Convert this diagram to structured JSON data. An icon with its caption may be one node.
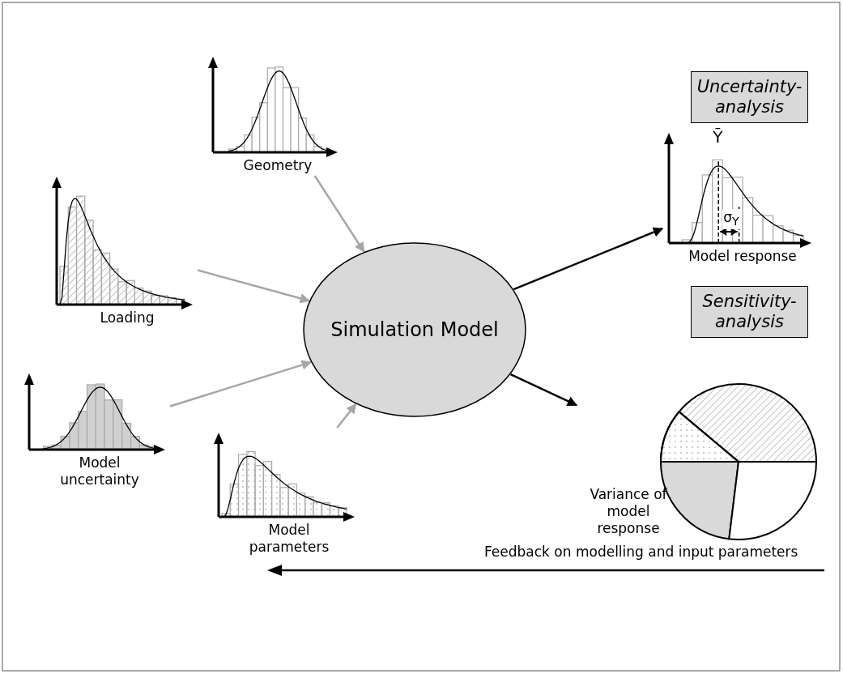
{
  "diagram": {
    "nodes": [
      {
        "text": [
          "Geometry"
        ]
      },
      {
        "text": [
          "Loading"
        ]
      },
      {
        "text": [
          "Model uncertainty"
        ]
      },
      {
        "text": [
          "Model parameters"
        ]
      },
      {
        "text": [
          "Simulation Model"
        ]
      },
      {
        "text": [
          "Uncertainty-analysis"
        ]
      },
      {
        "text": [
          "Ȳ",
          "σ$_{Y}$",
          "Model response"
        ]
      },
      {
        "text": [
          "Sensitivity-analysis"
        ]
      },
      {
        "text": [
          "Variance of model response"
        ]
      }
    ],
    "edges": [
      {
        "from": 0,
        "to": 4,
        "arrow": "to"
      },
      {
        "from": 1,
        "to": 4,
        "arrow": "to"
      },
      {
        "from": 2,
        "to": 4,
        "arrow": "to"
      },
      {
        "from": 3,
        "to": 4,
        "arrow": "to"
      },
      {
        "from": 4,
        "to": 6,
        "arrow": "to",
        "color": "#000000"
      },
      {
        "from": 4,
        "to": 8,
        "arrow": "to",
        "color": "#000000"
      }
    ],
    "labels": [
      "Feedback on modelling and input parameters"
    ]
  }
}
